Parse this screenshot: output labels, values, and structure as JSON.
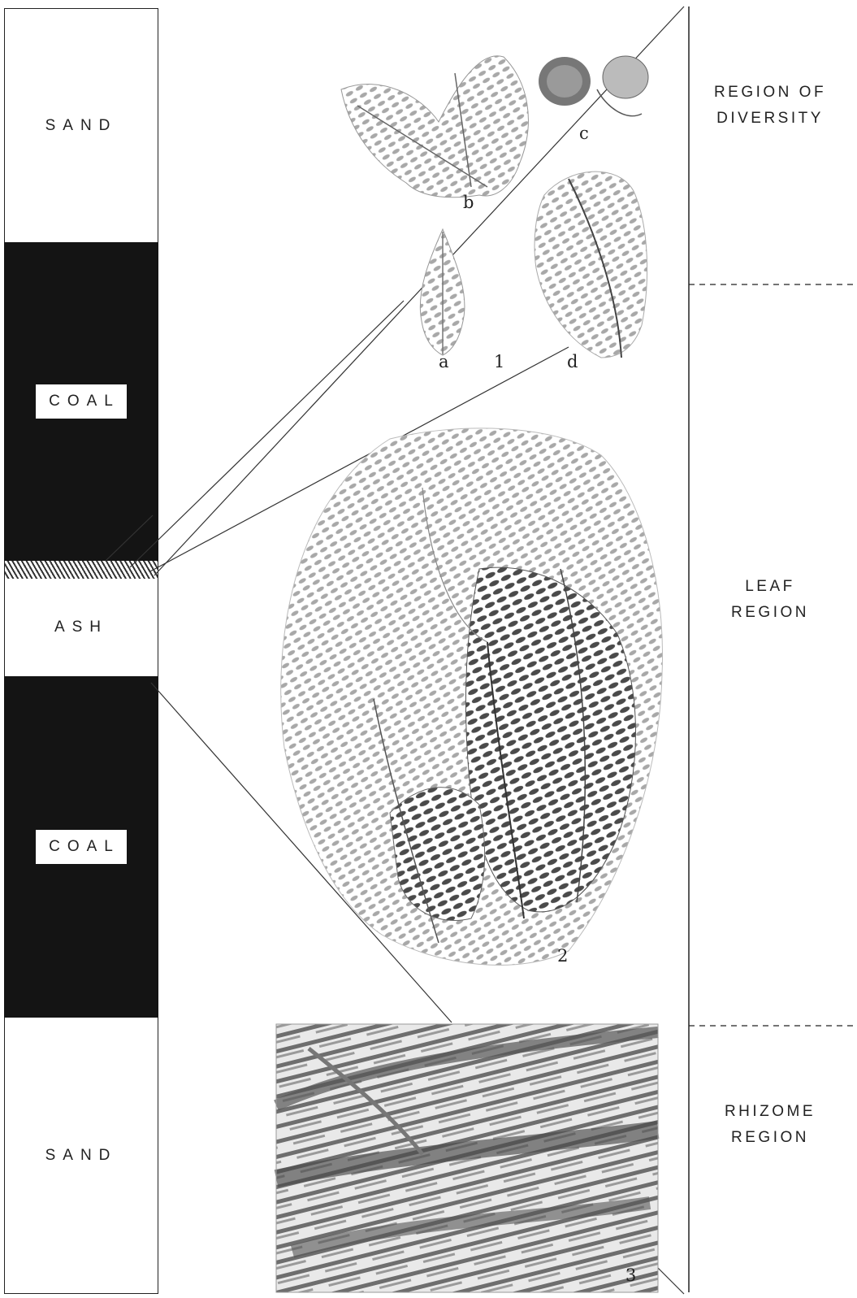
{
  "column": {
    "layers": [
      {
        "key": "sand_top",
        "label": "SAND"
      },
      {
        "key": "coal_upper",
        "label": "COAL"
      },
      {
        "key": "ash",
        "label": "ASH"
      },
      {
        "key": "coal_lower",
        "label": "COAL"
      },
      {
        "key": "sand_bottom",
        "label": "SAND"
      }
    ]
  },
  "regions": {
    "diversity": [
      "REGION OF",
      "DIVERSITY"
    ],
    "leaf": [
      "LEAF",
      "REGION"
    ],
    "rhizome": [
      "RHIZOME",
      "REGION"
    ]
  },
  "specimens": {
    "a": "a",
    "b": "b",
    "c": "c",
    "d": "d",
    "one": "1",
    "two": "2",
    "three": "3"
  },
  "colors": {
    "coal": "#141414",
    "fossil_light": "#9a9a9a",
    "fossil_dark": "#3a3a3a"
  }
}
